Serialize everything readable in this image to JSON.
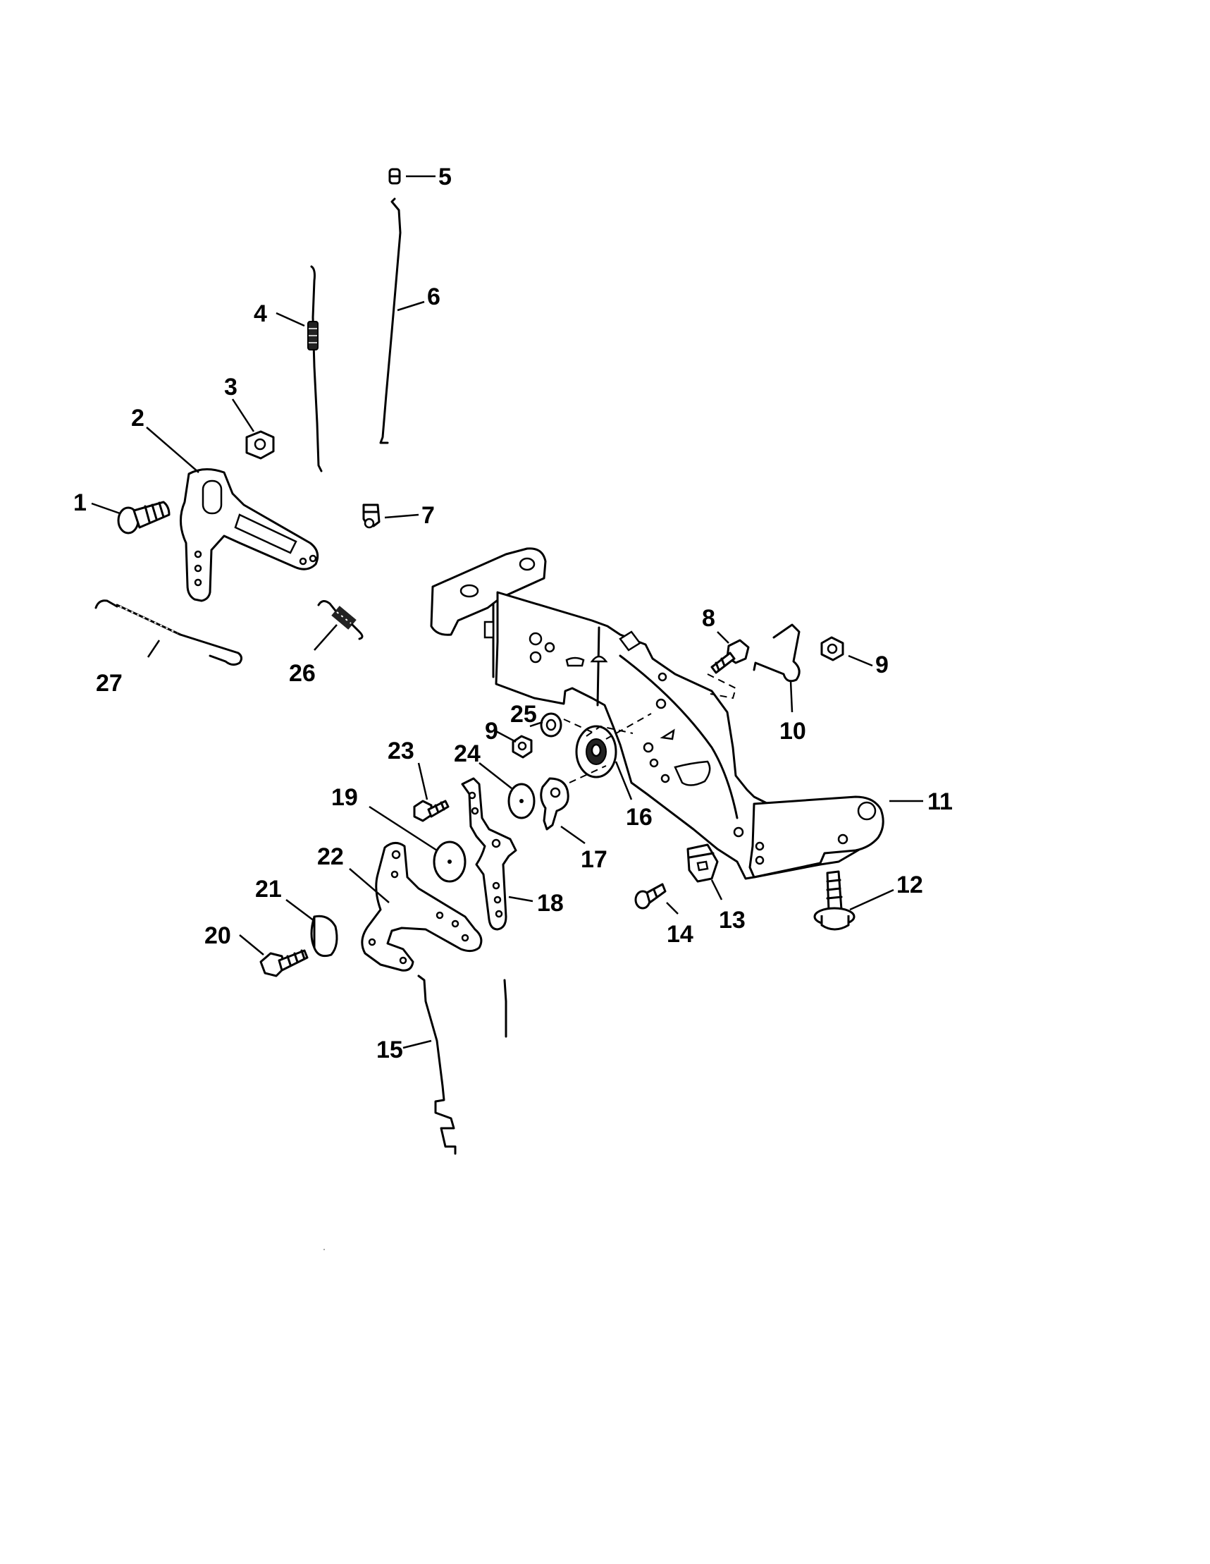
{
  "callouts": {
    "c1": "1",
    "c2": "2",
    "c3": "3",
    "c4": "4",
    "c5": "5",
    "c6": "6",
    "c7": "7",
    "c8": "8",
    "c9a": "9",
    "c9b": "9",
    "c10": "10",
    "c11": "11",
    "c12": "12",
    "c13": "13",
    "c14": "14",
    "c15": "15",
    "c16": "16",
    "c17": "17",
    "c18": "18",
    "c19": "19",
    "c20": "20",
    "c21": "21",
    "c22": "22",
    "c23": "23",
    "c24": "24",
    "c25": "25",
    "c26": "26",
    "c27": "27"
  }
}
